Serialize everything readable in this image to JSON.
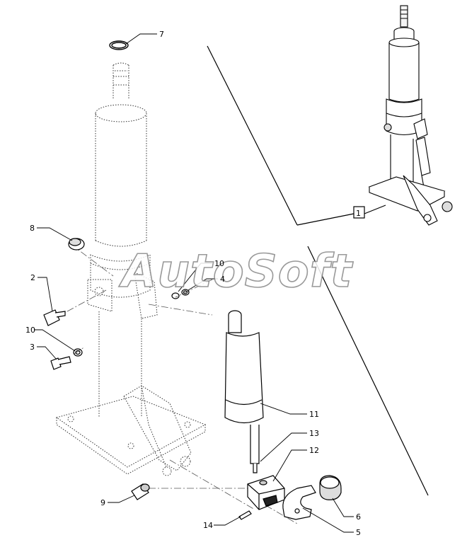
{
  "callouts": {
    "c1": "1",
    "c2": "2",
    "c3": "3",
    "c4": "4",
    "c5": "5",
    "c6": "6",
    "c7": "7",
    "c8": "8",
    "c9": "9",
    "c10a": "10",
    "c10b": "10",
    "c11": "11",
    "c12": "12",
    "c13": "13",
    "c14": "14"
  },
  "watermark": "AutoSoft",
  "colors": {
    "line": "#000000",
    "dashed": "#555555",
    "background": "#ffffff"
  }
}
